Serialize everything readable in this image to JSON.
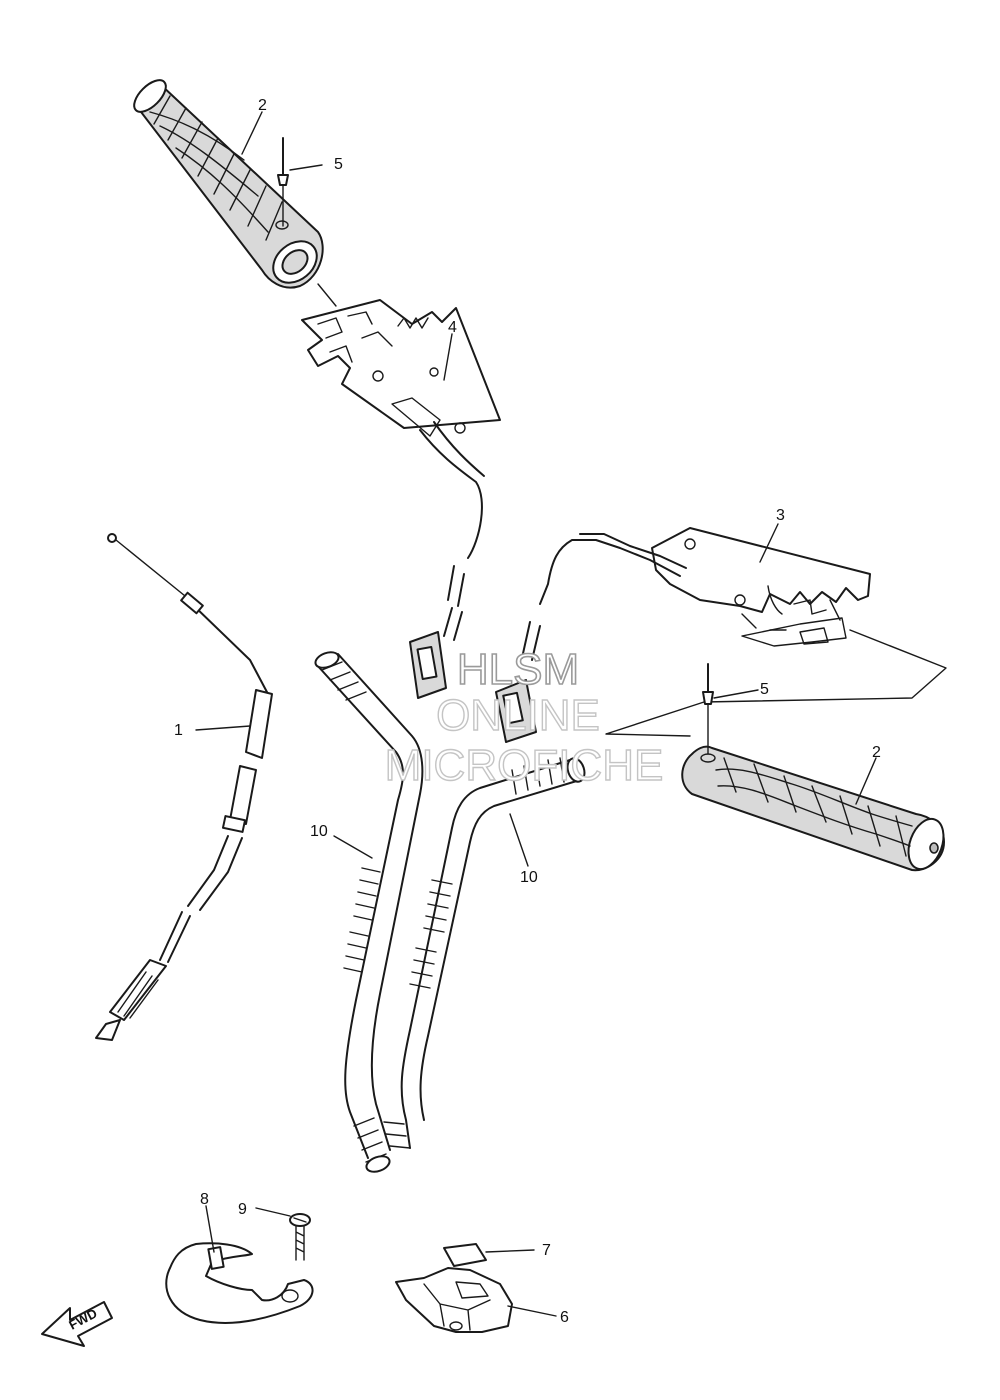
{
  "callouts": {
    "grip_left": "2",
    "grip_right": "2",
    "rivet_left": "5",
    "rivet_right": "5",
    "heater_left": "4",
    "heater_right": "3",
    "throttle_cable": "1",
    "tube_left": "10",
    "tube_right": "10",
    "clamp": "8",
    "screw": "9",
    "pad": "7",
    "bracket": "6"
  },
  "direction_label": "FWD",
  "watermark": {
    "line1": "HLSM",
    "line2": "ONLINE",
    "line3": "MICROFICHE"
  },
  "colors": {
    "line": "#1a1a1a",
    "paper": "#ffffff",
    "part_fill": "#d9d9d9"
  }
}
